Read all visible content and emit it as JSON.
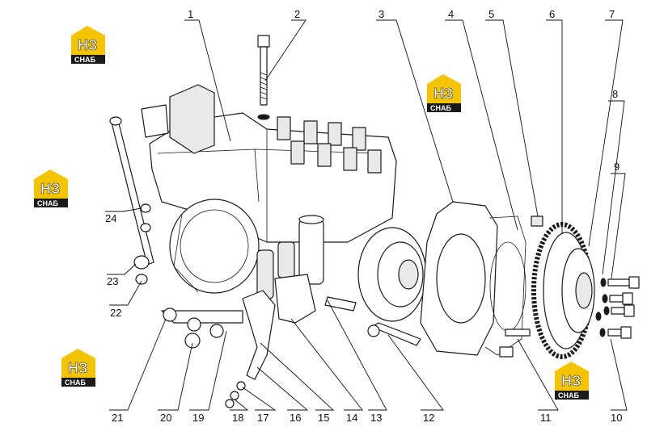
{
  "diagram": {
    "part_labels": [
      "1",
      "2",
      "3",
      "4",
      "5",
      "6",
      "7",
      "8",
      "9",
      "10",
      "11",
      "12",
      "13",
      "14",
      "15",
      "16",
      "17",
      "18",
      "19",
      "20",
      "21",
      "22",
      "23",
      "24"
    ]
  },
  "watermark": {
    "logo_letters": "НЗ",
    "logo_word": "СНАБ",
    "colors": {
      "house": "#f5c400",
      "text_bg": "#1a1a1a",
      "letters": "#ffffff"
    }
  }
}
